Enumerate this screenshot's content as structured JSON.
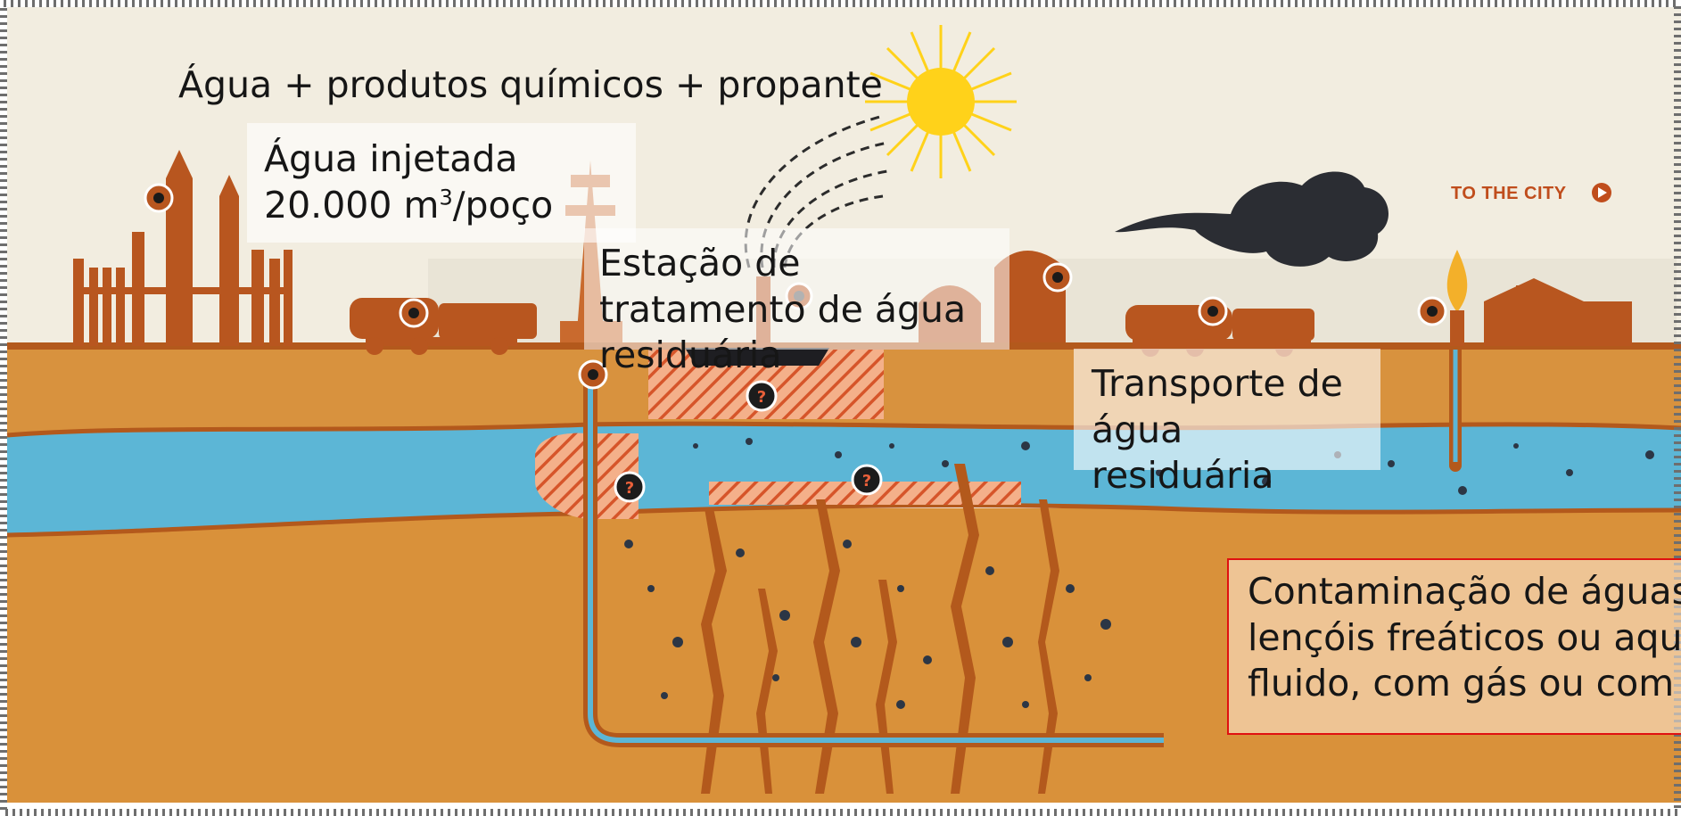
{
  "labels": {
    "top": "Água + produtos químicos + propante",
    "injected_line1": "Água injetada",
    "injected_value": "20.000 m",
    "injected_sup": "3",
    "injected_unit": "/poço",
    "station_line1": "Estação de",
    "station_line2": "tratamento de água",
    "station_line3": "residuária",
    "transport_line1": "Transporte de",
    "transport_line2": "água",
    "transport_line3": "residuária",
    "contamination_line1": "Contaminação de águas",
    "contamination_line2": "lençóis freáticos ou aqu",
    "contamination_line3": "fluido, com gás ou com",
    "city": "TO THE CITY"
  },
  "question_mark": "?",
  "colors": {
    "soil": "#d8923e",
    "soil_dark": "#b3591c",
    "aquifer": "#5cb6d6",
    "sky": "#f2ede0",
    "sun": "#ffd21a",
    "smoke": "#2b2d33",
    "structures": "#b8561f",
    "contamination_border": "#e01010",
    "city_text": "#c04d1c"
  },
  "icons": [
    "sun-icon",
    "smoke-cloud-icon",
    "refinery-icon",
    "tanker-truck-icon",
    "drilling-rig-icon",
    "treatment-pond-icon",
    "house-icon",
    "flare-icon",
    "marker-icon",
    "question-icon",
    "play-arrow-icon"
  ]
}
